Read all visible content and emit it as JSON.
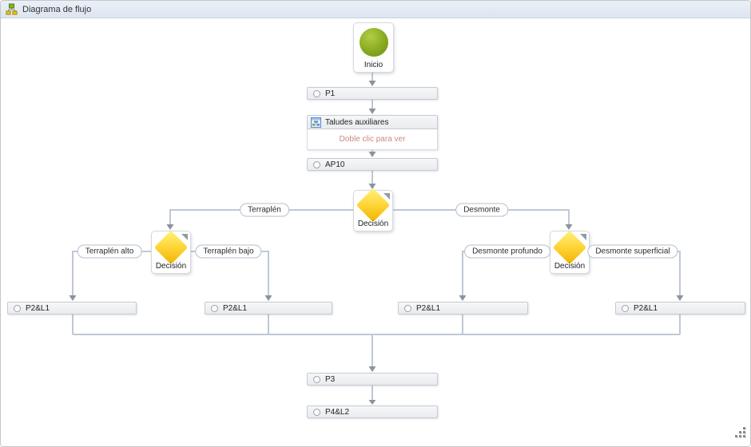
{
  "panel": {
    "title": "Diagrama de flujo"
  },
  "flowchart": {
    "start": {
      "label": "Inicio"
    },
    "p1": {
      "label": "P1"
    },
    "subdiagram": {
      "title": "Taludes auxiliares",
      "hint": "Doble clic para ver"
    },
    "ap10": {
      "label": "AP10"
    },
    "decision_main": {
      "label": "Decisión"
    },
    "decision_left": {
      "label": "Decisión"
    },
    "decision_right": {
      "label": "Decisión"
    },
    "branches": {
      "terraplen": "Terraplén",
      "desmonte": "Desmonte",
      "terraplen_alto": "Terraplén alto",
      "terraplen_bajo": "Terraplén bajo",
      "desmonte_profundo": "Desmonte profundo",
      "desmonte_superficial": "Desmonte superficial"
    },
    "outputs": [
      "P2&L1",
      "P2&L1",
      "P2&L1",
      "P2&L1"
    ],
    "p3": {
      "label": "P3"
    },
    "p4l2": {
      "label": "P4&L2"
    }
  },
  "colors": {
    "connector": "#bfc8d4",
    "arrowhead": "#8d939c",
    "start_green": "#87aa21",
    "decision_yellow": "#f5c400",
    "hint_text": "#c98b7b",
    "bar_bg": "#eef0f3",
    "bar_border": "#c6cbd2",
    "titlebar_bg": "#e3eaf4"
  }
}
